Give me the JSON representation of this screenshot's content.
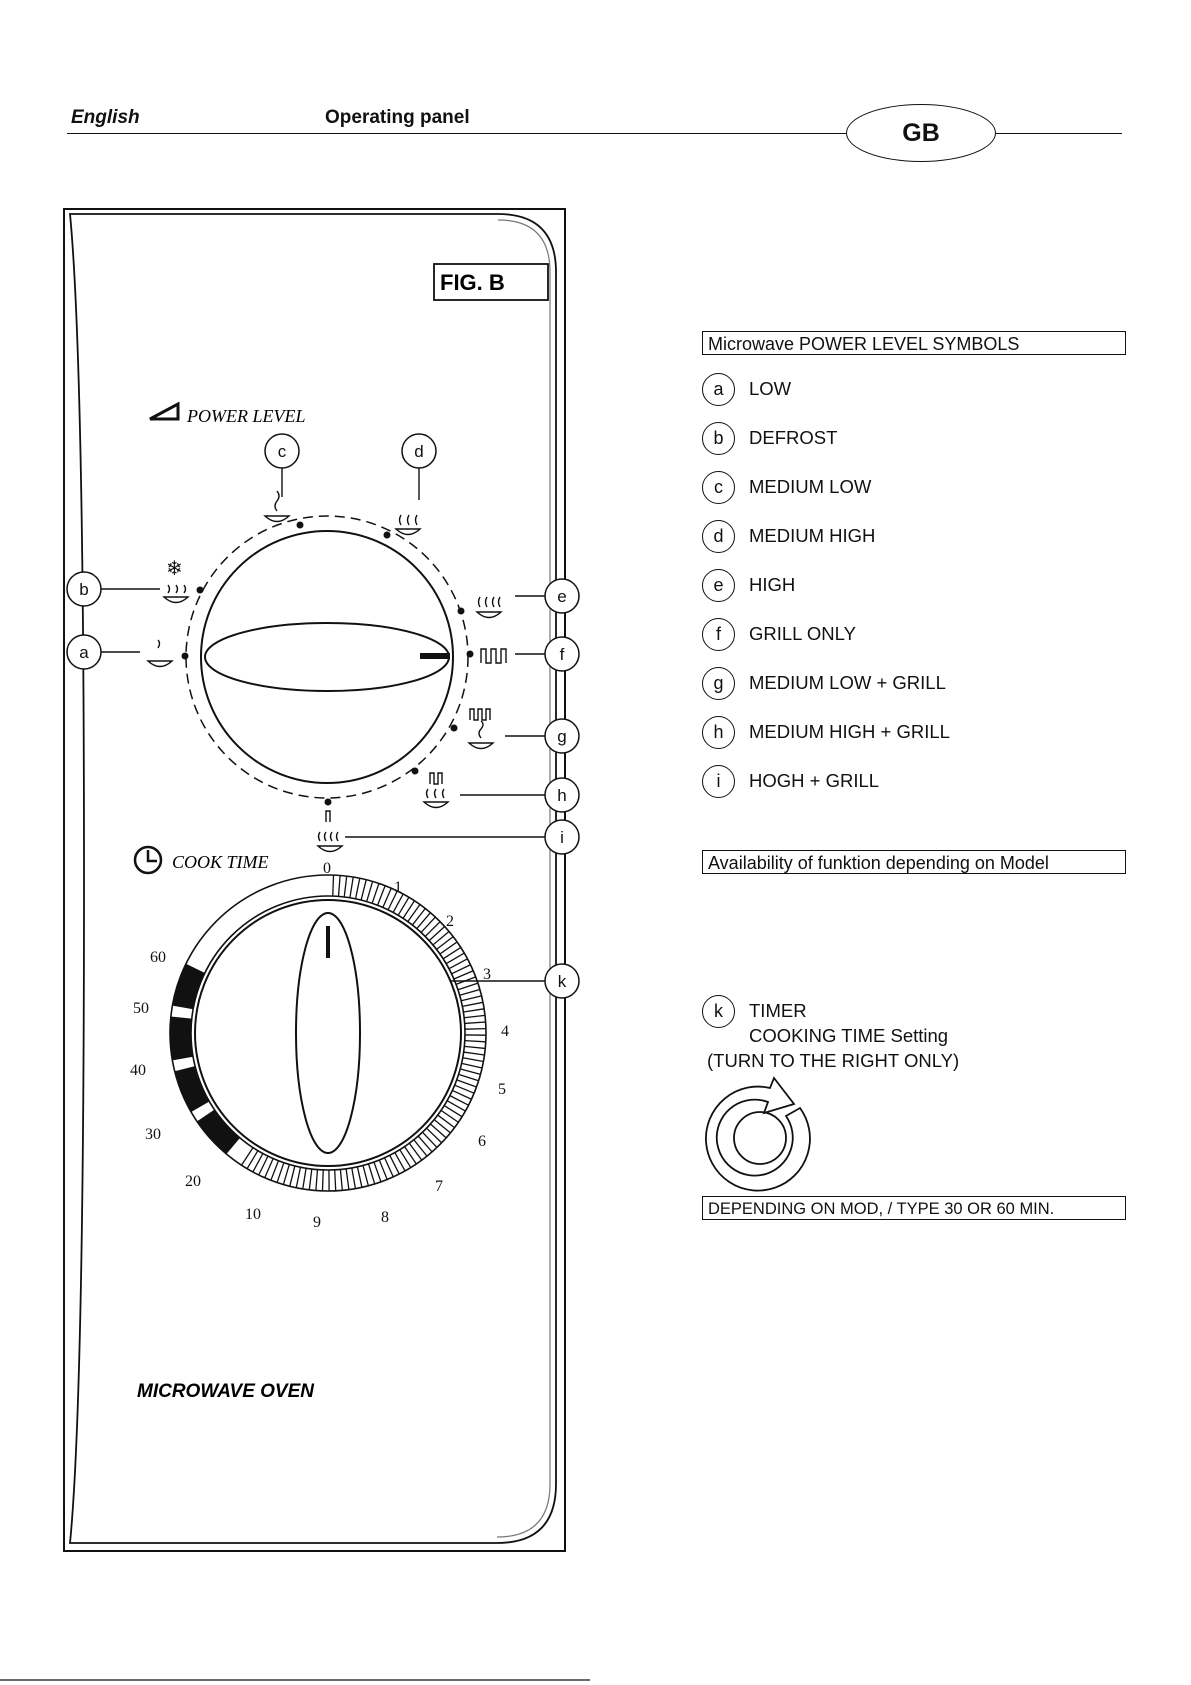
{
  "header": {
    "language": "English",
    "title": "Operating panel",
    "country_code": "GB"
  },
  "panel": {
    "figure_label": "FIG. B",
    "power_level_label": "POWER LEVEL",
    "cook_time_label": "COOK TIME",
    "product_label": "MICROWAVE OVEN",
    "callouts": [
      "a",
      "b",
      "c",
      "d",
      "e",
      "f",
      "g",
      "h",
      "i",
      "k"
    ],
    "timer_scale_minutes_outer": [
      "0",
      "1",
      "2",
      "3",
      "4",
      "5",
      "6",
      "7",
      "8",
      "9",
      "10"
    ],
    "timer_scale_minutes_coarse": [
      "20",
      "30",
      "40",
      "50",
      "60"
    ]
  },
  "legend": {
    "power_title": "Microwave POWER LEVEL SYMBOLS",
    "items": [
      {
        "key": "a",
        "label": "LOW"
      },
      {
        "key": "b",
        "label": "DEFROST"
      },
      {
        "key": "c",
        "label": "MEDIUM LOW"
      },
      {
        "key": "d",
        "label": "MEDIUM HIGH"
      },
      {
        "key": "e",
        "label": "HIGH"
      },
      {
        "key": "f",
        "label": "GRILL ONLY"
      },
      {
        "key": "g",
        "label": "MEDIUM LOW + GRILL"
      },
      {
        "key": "h",
        "label": "MEDIUM HIGH + GRILL"
      },
      {
        "key": "i",
        "label": "HOGH + GRILL"
      }
    ],
    "availability_note": "Availability of funktion depending on Model",
    "timer_key": "k",
    "timer_label": "TIMER",
    "timer_sub": "COOKING TIME Setting",
    "timer_note": "(TURN TO THE RIGHT ONLY)",
    "type_note": "DEPENDING ON MOD, / TYPE 30 OR 60 MIN."
  }
}
